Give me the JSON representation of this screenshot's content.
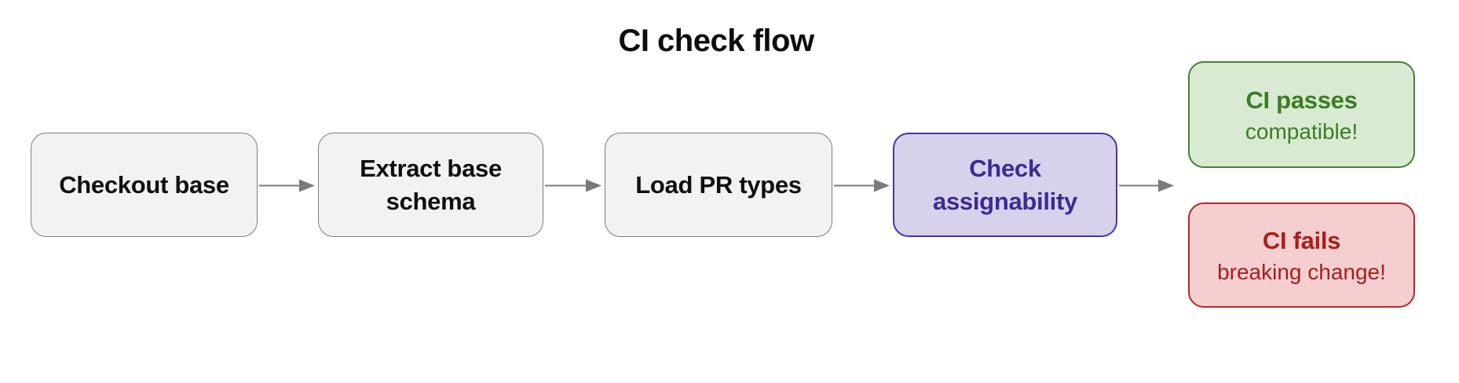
{
  "diagram": {
    "title": "CI check flow",
    "nodes": {
      "checkout_base": {
        "label": "Checkout base",
        "type": "step"
      },
      "extract_base_schema": {
        "label": "Extract base schema",
        "type": "step"
      },
      "load_pr_types": {
        "label": "Load PR types",
        "type": "step"
      },
      "check_assignability": {
        "label": "Check assignability",
        "type": "step-highlighted"
      },
      "ci_passes": {
        "label": "CI passes",
        "sublabel": "compatible!",
        "type": "outcome-success"
      },
      "ci_fails": {
        "label": "CI fails",
        "sublabel": "breaking change!",
        "type": "outcome-failure"
      }
    },
    "edges": [
      {
        "from": "checkout_base",
        "to": "extract_base_schema"
      },
      {
        "from": "extract_base_schema",
        "to": "load_pr_types"
      },
      {
        "from": "load_pr_types",
        "to": "check_assignability"
      },
      {
        "from": "check_assignability",
        "to": "ci_passes | ci_fails"
      }
    ],
    "colors": {
      "background": "#ffffff",
      "title_text": "#0d0d0d",
      "step_fill": "#f2f2f0",
      "step_border": "#7d7d7d",
      "step_text": "#0f0f0f",
      "highlight_fill": "#d8d1ec",
      "highlight_border": "#4733a8",
      "highlight_text": "#3b2b91",
      "success_fill": "#d9ead3",
      "success_border": "#43832e",
      "success_text": "#3a7d22",
      "failure_fill": "#f5cfcf",
      "failure_border": "#b52725",
      "failure_text": "#a81e1e",
      "arrow": "#7a7a7a"
    }
  }
}
